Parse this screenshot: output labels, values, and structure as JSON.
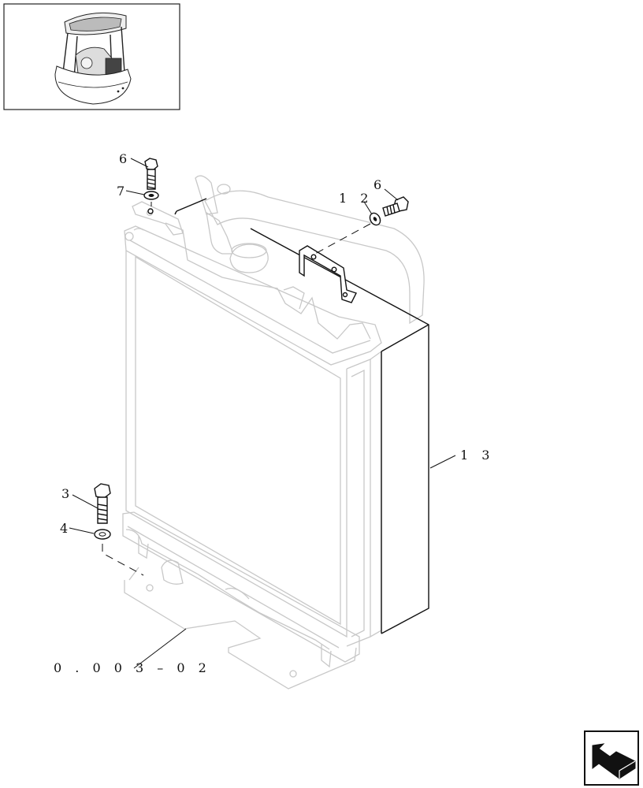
{
  "callouts": {
    "bolt_top": "6",
    "washer_top": "7",
    "bracket": "1 2",
    "bolt_bracket": "6",
    "shroud": "1 3",
    "bolt_bottom": "3",
    "washer_bottom": "4",
    "reference": "0 . 0 0 3 – 0 2"
  },
  "icons": {
    "thumbnail": "machine-overview-icon",
    "navigation": "return-arrow-icon"
  },
  "colors": {
    "ghost_outline": "#c8c8c8",
    "part_outline": "#111111",
    "nav_arrow": "#111111"
  }
}
